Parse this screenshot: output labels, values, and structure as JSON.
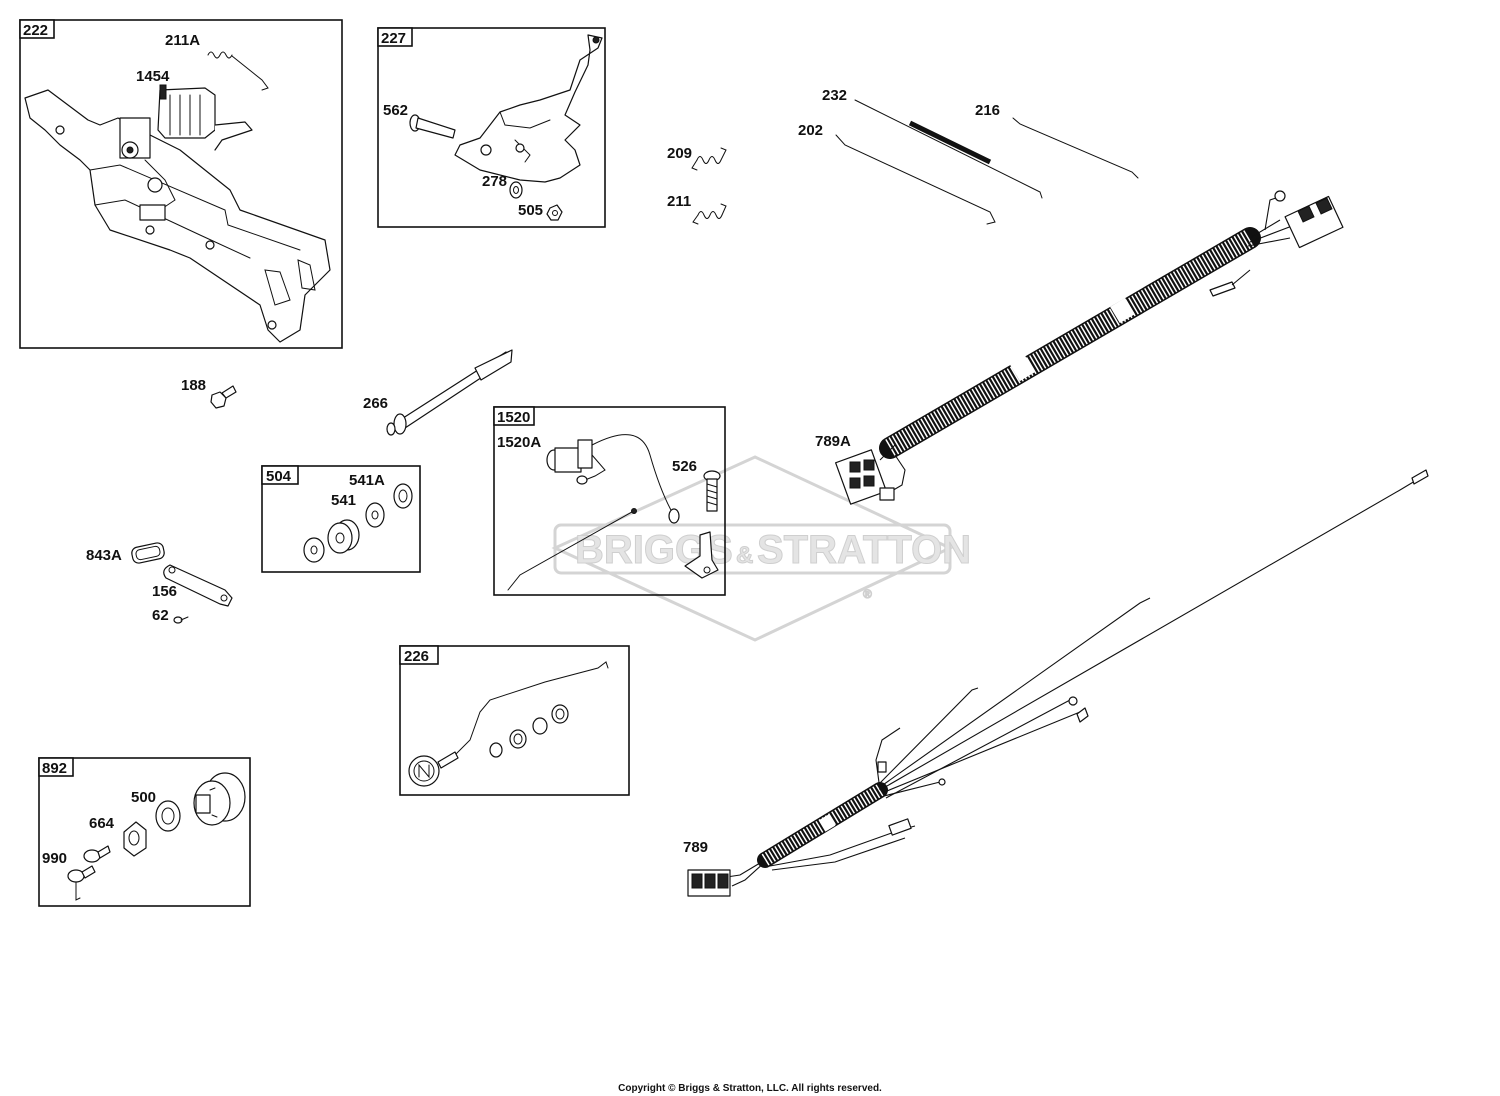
{
  "watermark": {
    "text_left": "BRIGGS",
    "amp": "&",
    "text_right": "STRATTON",
    "reg": "®"
  },
  "copyright": "Copyright © Briggs & Stratton, LLC. All rights reserved.",
  "groups": {
    "g222": "222",
    "g227": "227",
    "g504": "504",
    "g1520": "1520",
    "g226": "226",
    "g892": "892"
  },
  "callouts": {
    "p211A": "211A",
    "p1454": "1454",
    "p562": "562",
    "p278": "278",
    "p505": "505",
    "p209": "209",
    "p211": "211",
    "p232": "232",
    "p202": "202",
    "p216": "216",
    "p789A": "789A",
    "p188": "188",
    "p266": "266",
    "p1520A": "1520A",
    "p526": "526",
    "p541A": "541A",
    "p541": "541",
    "p843A": "843A",
    "p156": "156",
    "p62": "62",
    "p500": "500",
    "p664": "664",
    "p990": "990",
    "p789": "789"
  }
}
